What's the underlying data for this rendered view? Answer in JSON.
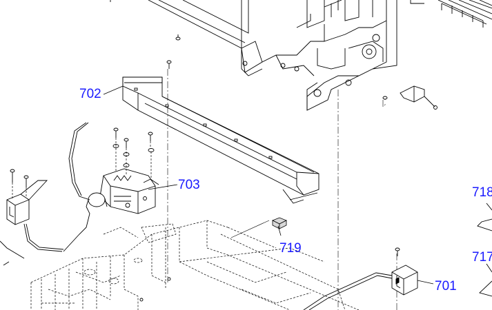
{
  "parts": [
    {
      "id": "p702",
      "label": "702"
    },
    {
      "id": "p703",
      "label": "703"
    },
    {
      "id": "p719",
      "label": "719"
    },
    {
      "id": "p701",
      "label": "701"
    },
    {
      "id": "p718",
      "label": "718"
    },
    {
      "id": "p717",
      "label": "717"
    }
  ],
  "colors": {
    "label": "#1a1aff",
    "line": "#000000",
    "background": "#ffffff"
  }
}
